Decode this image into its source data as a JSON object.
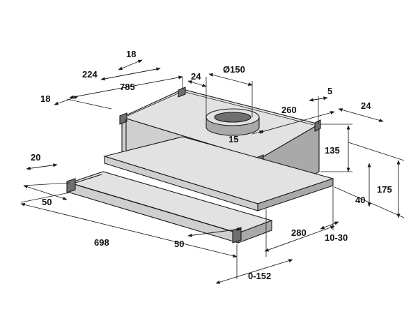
{
  "drawing": {
    "dimensions": {
      "d18_top": "18",
      "d224": "224",
      "d18_left": "18",
      "d785": "785",
      "d24_top": "24",
      "d150": "Ø150",
      "d5": "5",
      "d24_right": "24",
      "d260": "260",
      "d15": "15",
      "d135": "135",
      "d175": "175",
      "d40": "40",
      "d20": "20",
      "d50_left": "50",
      "d698": "698",
      "d50_front": "50",
      "d280": "280",
      "d10_30": "10-30",
      "d0_152": "0-152"
    }
  }
}
